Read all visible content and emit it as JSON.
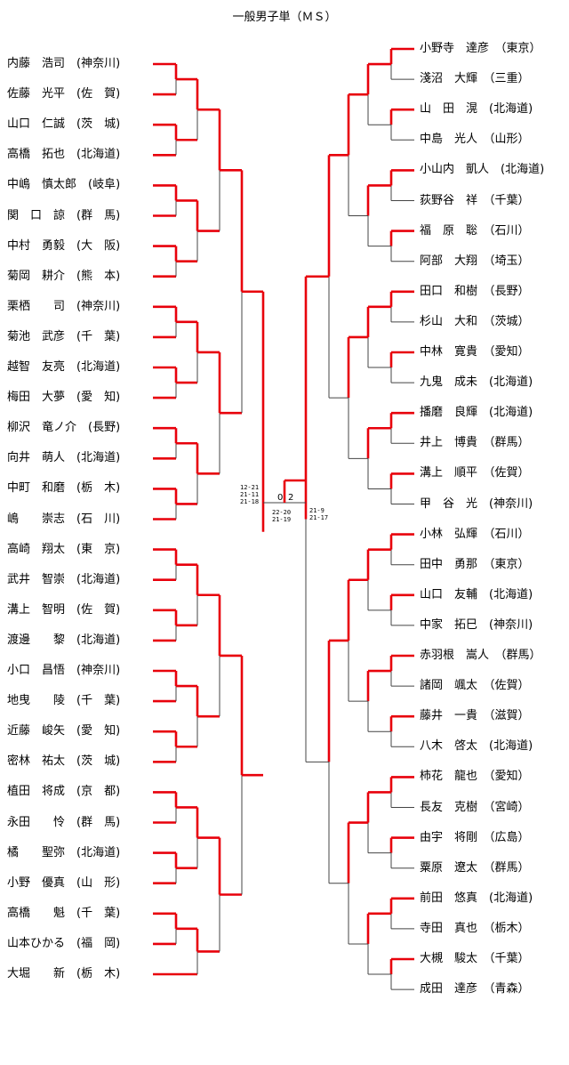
{
  "title": "一般男子単（ＭＳ）",
  "left_players": [
    "内藤　浩司　(神奈川)",
    "佐藤　光平　(佐　賀)",
    "山口　仁誠　(茨　城)",
    "高橋　拓也　(北海道)",
    "中嶋　慎太郎　(岐阜)",
    "関　口　諒　(群　馬)",
    "中村　勇毅　(大　阪)",
    "菊岡　耕介　(熊　本)",
    "栗栖　　司　(神奈川)",
    "菊池　武彦　(千　葉)",
    "越智　友亮　(北海道)",
    "梅田　大夢　(愛　知)",
    "柳沢　竜ノ介　(長野)",
    "向井　萌人　(北海道)",
    "中町　和磨　(栃　木)",
    "嶋　　崇志　(石　川)",
    "高崎　翔太　(東　京)",
    "武井　智崇　(北海道)",
    "溝上　智明　(佐　賀)",
    "渡邊　　黎　(北海道)",
    "小口　昌悟　(神奈川)",
    "地曳　　陵　(千　葉)",
    "近藤　峻矢　(愛　知)",
    "密林　祐太　(茨　城)",
    "植田　将成　(京　都)",
    "永田　　怜　(群　馬)",
    "橘　　聖弥　(北海道)",
    "小野　優真　(山　形)",
    "高橋　　魁　(千　葉)",
    "山本ひかる　(福　岡)",
    "大堀　　新　(栃　木)"
  ],
  "right_players": [
    "小野寺　達彦　（東京）",
    "淺沼　大輝　（三重）",
    "山　田　滉　(北海道)",
    "中島　光人　（山形）",
    "小山内　凱人　(北海道)",
    "荻野谷　祥　（千葉）",
    "福　原　聡　（石川）",
    "阿部　大翔　（埼玉）",
    "田口　和樹　（長野）",
    "杉山　大和　（茨城）",
    "中林　寛貴　（愛知）",
    "九鬼　成未　(北海道)",
    "播磨　良輝　(北海道)",
    "井上　博貴　（群馬）",
    "溝上　順平　（佐賀）",
    "甲　谷　光　(神奈川)",
    "小林　弘輝　（石川）",
    "田中　勇那　（東京）",
    "山口　友輔　(北海道)",
    "中家　拓巳　(神奈川)",
    "赤羽根　嵩人　（群馬）",
    "諸岡　颯太　（佐賀）",
    "藤井　一貴　（滋賀）",
    "八木　啓太　(北海道)",
    "柿花　龍也　（愛知）",
    "長友　克樹　（宮崎）",
    "由宇　将剛　（広島）",
    "粟原　遼太　（群馬）",
    "前田　悠真　(北海道)",
    "寺田　真也　（栃木）",
    "大槻　駿太　（千葉）",
    "成田　達彦　（青森）"
  ],
  "final": {
    "left_result": "0",
    "right_result": "2",
    "score1": "22-20",
    "score2": "21-19"
  },
  "semi_scores": {
    "left": [
      "12-21",
      "21-11",
      "21-18"
    ],
    "right": [
      "21-9",
      "21-17"
    ]
  }
}
